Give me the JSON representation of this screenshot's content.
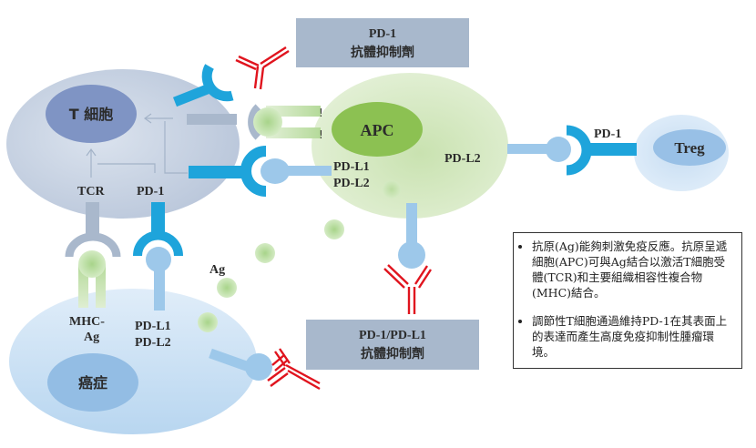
{
  "colors": {
    "t_cell_body": "#c5d0e0",
    "t_cell_nucleus": "#7f94c4",
    "apc_body": "#d6e9c2",
    "apc_nucleus": "#8cc152",
    "treg_body": "#cfe3f4",
    "treg_nucleus": "#98c0e6",
    "cancer_body": "#c6def2",
    "cancer_nucleus": "#93bde4",
    "pd1_receptor": "#1ea4db",
    "ligand": "#9dc8ea",
    "tcr": "#a9b8cc",
    "antigen": "#b7dba0",
    "antibody": "#e0141e",
    "label_box": "#a8b8cc"
  },
  "cells": {
    "t_cell": "T 細胞",
    "apc": "APC",
    "treg": "Treg",
    "cancer": "癌症"
  },
  "labels": {
    "tcr": "TCR",
    "pd1_t_cell": "PD-1",
    "mhc_ag_line1": "MHC-",
    "mhc_ag_line2": "Ag",
    "pdl1_cancer": "PD-L1",
    "pdl2_cancer": "PD-L2",
    "pdl1_apc": "PD-L1",
    "pdl2_apc": "PD-L2",
    "pdl2_apc_right": "PD-L2",
    "pd1_treg": "PD-1",
    "ag": "Ag"
  },
  "boxes": {
    "pd1_inhibitor": {
      "line1": "PD-1",
      "line2": "抗體抑制劑"
    },
    "pd1_pdl1_inhibitor": {
      "line1": "PD-1/PD-L1",
      "line2": "抗體抑制劑"
    }
  },
  "notes": [
    "抗原(Ag)能夠刺激免疫反應。抗原呈遞細胞(APC)可與Ag結合以激活T細胞受體(TCR)和主要組織相容性複合物(MHC)結合。",
    "調節性T細胞通過維持PD-1在其表面上的表達而產生高度免疫抑制性腫瘤環境。"
  ]
}
